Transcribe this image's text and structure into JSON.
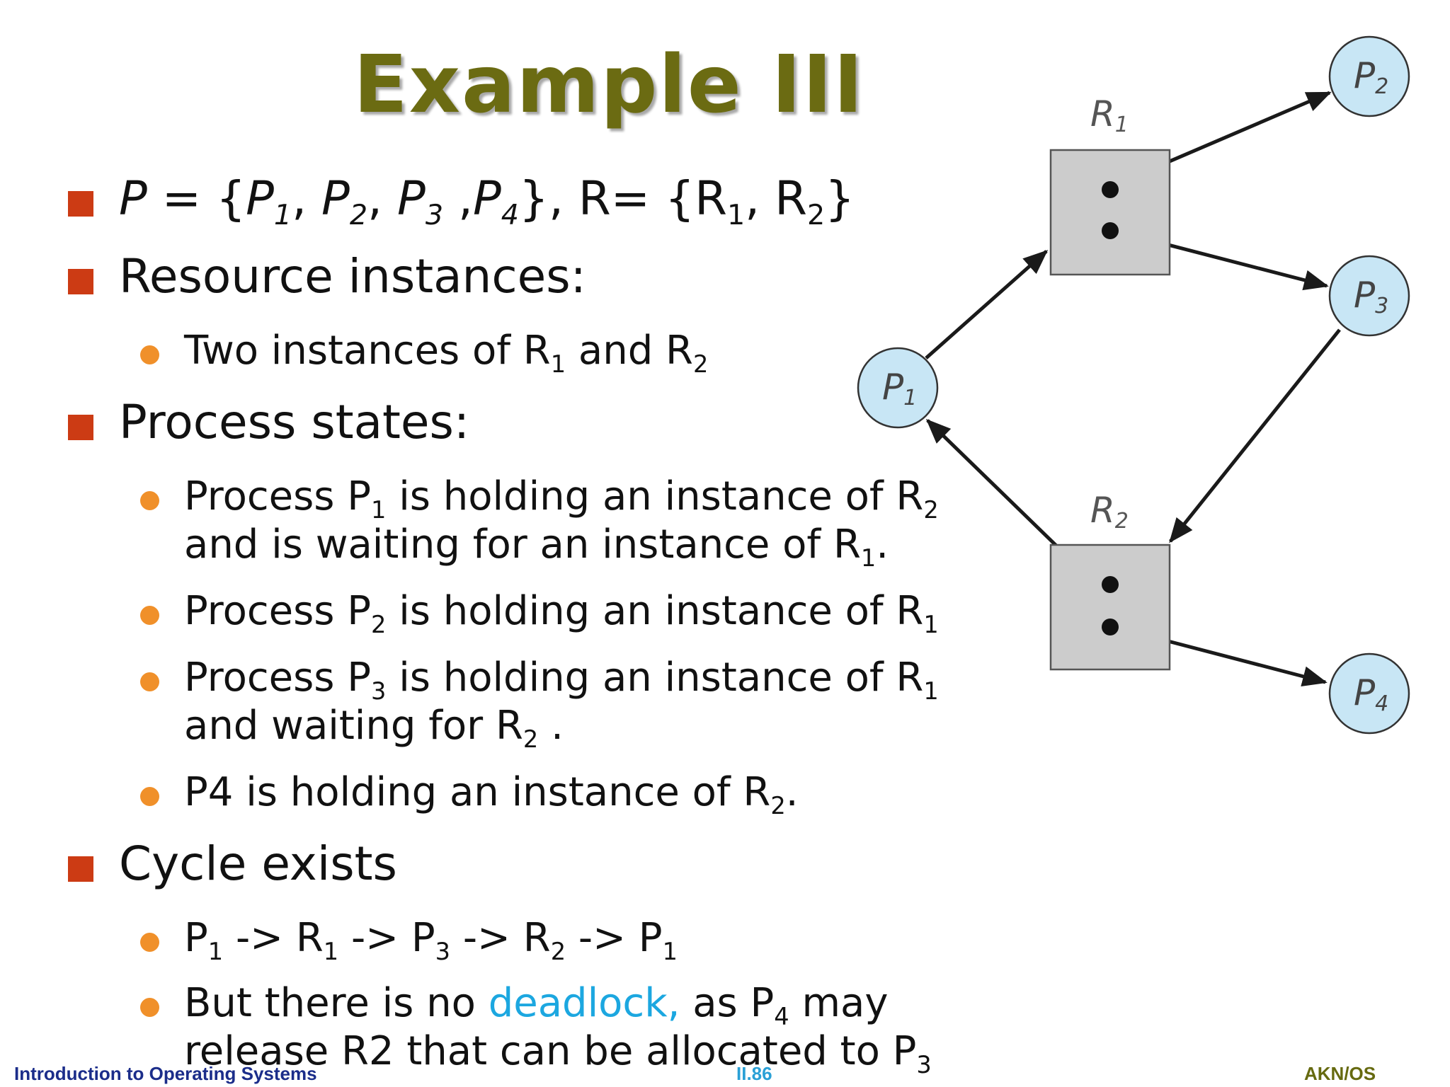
{
  "slide": {
    "title": "Example III",
    "bullets": [
      {
        "p": "P",
        "eq1": " = {",
        "p1": "P",
        "s1": "1",
        "c1": ", ",
        "p2": "P",
        "s2": "2",
        "c2": ", ",
        "p3": "P",
        "s3": "3",
        "c3": " ,",
        "p4": "P",
        "s4": "4",
        "close": "}, R= {R",
        "r1": "1",
        "c4": ", R",
        "r2": "2",
        "end": "}"
      },
      {
        "text": "Resource instances:"
      },
      {
        "text": "Process states:"
      },
      {
        "text": "Cycle exists"
      }
    ],
    "resource_sub": {
      "a": "Two instances of R",
      "s1": "1",
      "b": " and R",
      "s2": "2"
    },
    "process_states": [
      {
        "a": "Process P",
        "s1": "1",
        "b": " is holding an instance of R",
        "s2": "2",
        "line2a": "and is waiting for an instance of R",
        "s3": "1",
        "line2b": "."
      },
      {
        "a": "Process P",
        "s1": "2",
        "b": " is holding an instance of R",
        "s2": "1"
      },
      {
        "a": "Process P",
        "s1": "3",
        "b": " is holding an instance of R",
        "s2": "1",
        "line2a": "and waiting for R",
        "s3": "2",
        "line2b": " ."
      },
      {
        "a": "P4 is holding an instance of R",
        "s1": "2",
        "b": "."
      }
    ],
    "cycle": {
      "a": "P",
      "s1": "1",
      "b": " -> R",
      "s2": "1",
      "c": " -> P",
      "s3": "3",
      "d": " -> R",
      "s4": "2",
      "e": " -> P",
      "s5": "1"
    },
    "no_deadlock": {
      "a": "But there is no ",
      "link": "deadlock,",
      "b": " as P",
      "s1": "4",
      "c": " may",
      "line2": "release R2 that can be allocated to P",
      "s2": "3"
    }
  },
  "diagram": {
    "resources": [
      {
        "label": "R",
        "sub": "1"
      },
      {
        "label": "R",
        "sub": "2"
      }
    ],
    "processes": [
      {
        "label": "P",
        "sub": "1"
      },
      {
        "label": "P",
        "sub": "2"
      },
      {
        "label": "P",
        "sub": "3"
      },
      {
        "label": "P",
        "sub": "4"
      }
    ]
  },
  "footer": {
    "left": "Introduction to Operating Systems",
    "center": "II.86",
    "right": "AKN/OS"
  },
  "colors": {
    "title": "#6b6b12",
    "square_bullet": "#cc3b14",
    "dot_bullet": "#f0902a",
    "accent": "#1ca7e0",
    "node_fill": "#c8e6f5",
    "box_fill": "#cccccc"
  }
}
